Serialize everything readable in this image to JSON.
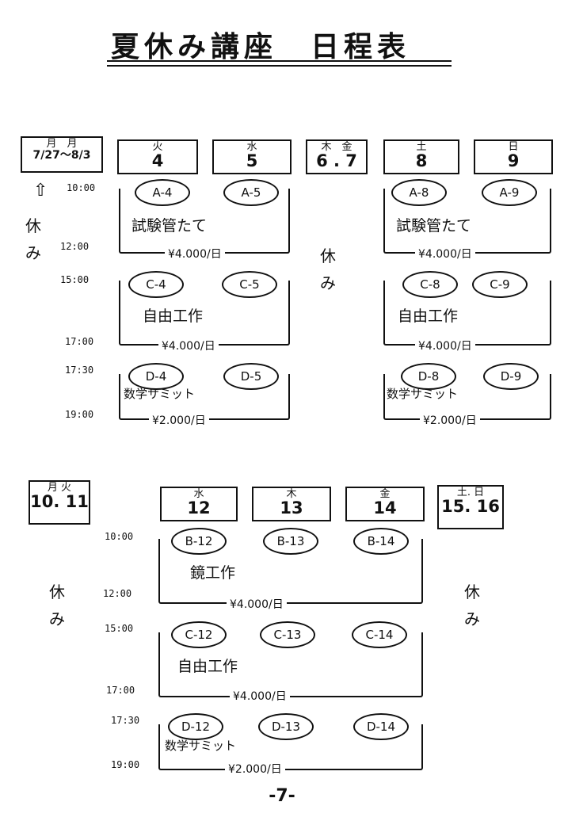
{
  "title": "夏休み講座　日程表",
  "week1": {
    "days": [
      {
        "id": "mon-sun-range",
        "label": "月　月",
        "num": "7/27〜8/3"
      },
      {
        "id": "tue-4",
        "label": "火",
        "num": "4"
      },
      {
        "id": "wed-5",
        "label": "水",
        "num": "5"
      },
      {
        "id": "thu-fri-6-7",
        "label": "木　金",
        "num": "6 . 7"
      },
      {
        "id": "sat-8",
        "label": "土",
        "num": "8"
      },
      {
        "id": "sun-9",
        "label": "日",
        "num": "9"
      }
    ],
    "times": [
      "10:00",
      "12:00",
      "15:00",
      "17:00",
      "17:30",
      "19:00"
    ],
    "rest_label": "休み",
    "blocks": [
      {
        "name": "試験管たて",
        "price": "¥4.000/日",
        "left": [
          "A-4",
          "A-5"
        ],
        "right": [
          "A-8",
          "A-9"
        ]
      },
      {
        "name": "自由工作",
        "price": "¥4.000/日",
        "left": [
          "C-4",
          "C-5"
        ],
        "right": [
          "C-8",
          "C-9"
        ]
      },
      {
        "name": "数学サミット",
        "price": "¥2.000/日",
        "left": [
          "D-4",
          "D-5"
        ],
        "right": [
          "D-8",
          "D-9"
        ]
      }
    ]
  },
  "week2": {
    "days": [
      {
        "id": "mon-tue-10-11",
        "label": "月 火",
        "num": "10. 11"
      },
      {
        "id": "wed-12",
        "label": "水",
        "num": "12"
      },
      {
        "id": "thu-13",
        "label": "木",
        "num": "13"
      },
      {
        "id": "fri-14",
        "label": "金",
        "num": "14"
      },
      {
        "id": "sat-sun-15-16",
        "label": "土. 日",
        "num": "15. 16"
      }
    ],
    "times": [
      "10:00",
      "12:00",
      "15:00",
      "17:00",
      "17:30",
      "19:00"
    ],
    "rest_label": "休み",
    "blocks": [
      {
        "name": "鏡工作",
        "price": "¥4.000/日",
        "codes": [
          "B-12",
          "B-13",
          "B-14"
        ]
      },
      {
        "name": "自由工作",
        "price": "¥4.000/日",
        "codes": [
          "C-12",
          "C-13",
          "C-14"
        ]
      },
      {
        "name": "数学サミット",
        "price": "¥2.000/日",
        "codes": [
          "D-12",
          "D-13",
          "D-14"
        ]
      }
    ]
  },
  "page_number": "-7-"
}
